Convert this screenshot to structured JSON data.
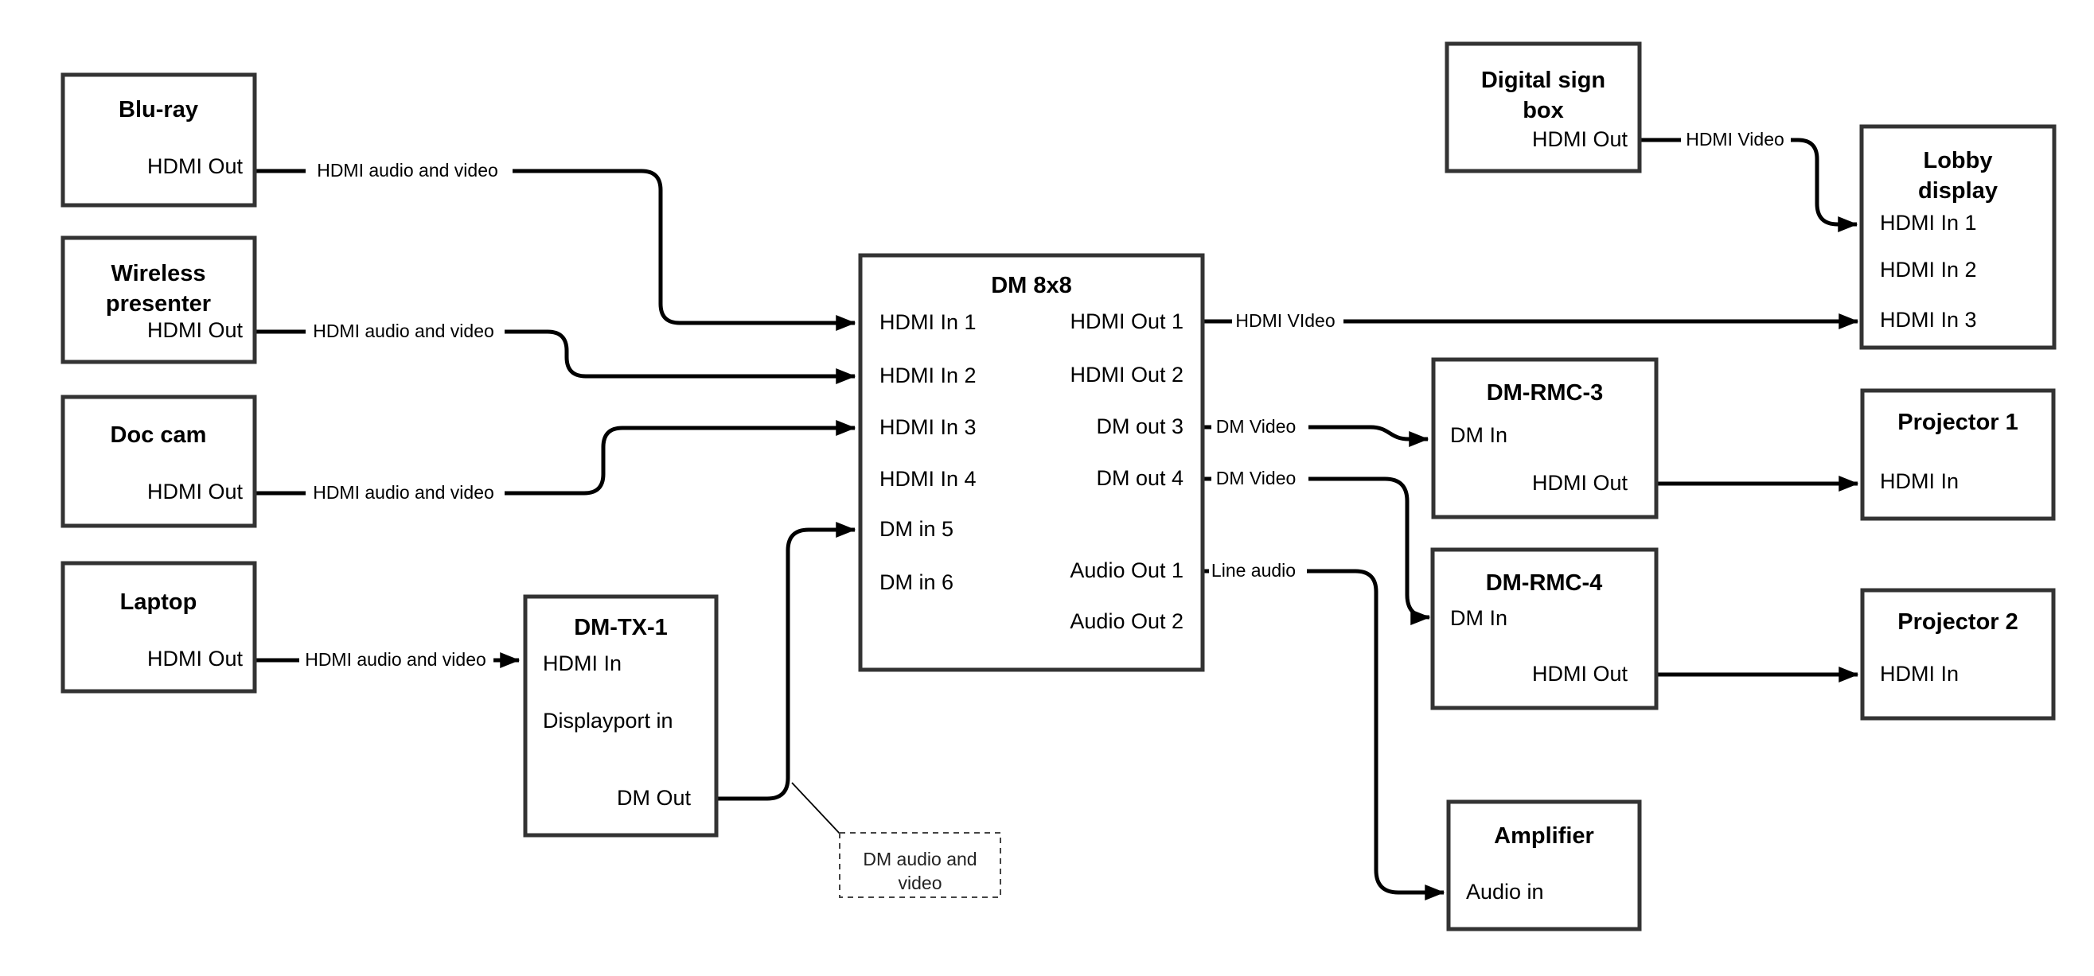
{
  "diagram": {
    "nodes": {
      "bluray": {
        "title": "Blu-ray",
        "port": "HDMI Out"
      },
      "wireless": {
        "title_line1": "Wireless",
        "title_line2": "presenter",
        "port": "HDMI Out"
      },
      "doccam": {
        "title": "Doc cam",
        "port": "HDMI Out"
      },
      "laptop": {
        "title": "Laptop",
        "port": "HDMI Out"
      },
      "dmtx1": {
        "title": "DM-TX-1",
        "port_hdmi_in": "HDMI In",
        "port_dp_in": "Displayport in",
        "port_dm_out": "DM Out"
      },
      "dm8x8": {
        "title": "DM 8x8",
        "inputs": [
          "HDMI In 1",
          "HDMI In 2",
          "HDMI In 3",
          "HDMI In 4",
          "DM in 5",
          "DM in 6"
        ],
        "outputs": [
          "HDMI Out 1",
          "HDMI Out 2",
          "DM out 3",
          "DM out 4",
          "Audio Out 1",
          "Audio Out 2"
        ]
      },
      "digital_sign": {
        "title_line1": "Digital sign",
        "title_line2": "box",
        "port": "HDMI Out"
      },
      "lobby": {
        "title_line1": "Lobby",
        "title_line2": "display",
        "ports": [
          "HDMI In 1",
          "HDMI In 2",
          "HDMI In 3"
        ]
      },
      "rmc3": {
        "title": "DM-RMC-3",
        "port_in": "DM In",
        "port_out": "HDMI Out"
      },
      "proj1": {
        "title": "Projector 1",
        "port": "HDMI In"
      },
      "rmc4": {
        "title": "DM-RMC-4",
        "port_in": "DM In",
        "port_out": "HDMI Out"
      },
      "proj2": {
        "title": "Projector 2",
        "port": "HDMI In"
      },
      "amplifier": {
        "title": "Amplifier",
        "port": "Audio in"
      }
    },
    "labels": {
      "bluray_cable": "HDMI audio and video",
      "wireless_cable": "HDMI audio and video",
      "doccam_cable": "HDMI audio and video",
      "laptop_cable": "HDMI audio and video",
      "hdmi_out1_cable": "HDMI VIdeo",
      "dm_out3_cable": "DM Video",
      "dm_out4_cable": "DM Video",
      "audio_out1_cable": "Line audio",
      "digital_sign_cable": "HDMI Video",
      "callout_line1": "DM audio and",
      "callout_line2": "video"
    },
    "colors": {
      "line": "#000000",
      "box_border": "#333333",
      "background": "#ffffff",
      "text": "#000000"
    }
  }
}
